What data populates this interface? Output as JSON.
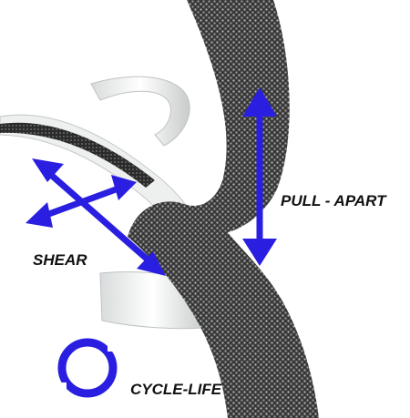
{
  "labels": {
    "pull_apart": "PULL - APART",
    "shear": "SHEAR",
    "cycle_life": "CYCLE-LIFE"
  },
  "colors": {
    "arrow": "#2a1ee0",
    "text": "#111111",
    "tape_dark": "#3a3a3a",
    "tape_light": "#f2f2f2",
    "backing": "#e8eaea",
    "background": "#ffffff"
  },
  "icons": {
    "pull_apart": "double-arrow-vertical-icon",
    "shear": "crossed-double-arrows-icon",
    "cycle_life": "circular-arrows-icon"
  }
}
